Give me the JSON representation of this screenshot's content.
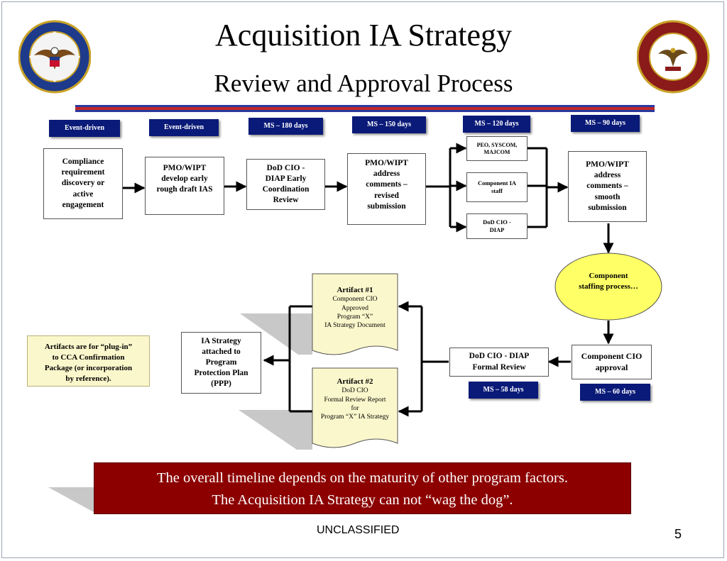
{
  "title": "Acquisition IA Strategy",
  "subtitle": "Review and Approval  Process",
  "colors": {
    "tag_fill": "#0a1a78",
    "banner_fill": "#8c0000",
    "note_fill": "#fbf7cc",
    "oval_fill": "#ffff66",
    "stripe_blue": "#2a3aa0",
    "stripe_red": "#c0282a"
  },
  "icons": {
    "left_logo": "dod-seal-icon",
    "right_logo": "dod-cio-seal-icon"
  },
  "timeline_tags": [
    "Event-driven",
    "Event-driven",
    "MS – 180 days",
    "MS – 150 days",
    "MS – 120 days",
    "MS – 90 days",
    "MS – 58 days",
    "MS – 60 days"
  ],
  "boxes": {
    "compliance": [
      "Compliance",
      "requirement",
      "discovery or",
      "active",
      "engagement"
    ],
    "pmo_draft": [
      "PMO/WIPT",
      "develop early",
      "rough draft IAS"
    ],
    "dod_early": [
      "DoD CIO -",
      "DIAP Early",
      "Coordination",
      "Review"
    ],
    "pmo_revised": [
      "PMO/WIPT",
      "address",
      "comments –",
      "revised",
      "submission"
    ],
    "peo": [
      "PEO, SYSCOM,",
      "MAJCOM"
    ],
    "component_ia": [
      "Component IA",
      "staff"
    ],
    "dod_diap_small": [
      "DoD CIO -",
      "DIAP"
    ],
    "pmo_smooth": [
      "PMO/WIPT",
      "address",
      "comments –",
      "smooth",
      "submission"
    ],
    "component_staffing": [
      "Component",
      "staffing process…"
    ],
    "component_cio": [
      "Component CIO",
      "approval"
    ],
    "dod_formal": [
      "DoD CIO - DIAP",
      "Formal Review"
    ],
    "ias_ppp": [
      "IA Strategy",
      "attached to",
      "Program",
      "Protection Plan",
      "(PPP)"
    ]
  },
  "artifact1": {
    "heading": "Artifact #1",
    "lines": [
      "Component CIO",
      "Approved",
      "Program “X”",
      "IA Strategy Document"
    ]
  },
  "artifact2": {
    "heading": "Artifact #2",
    "lines": [
      "DoD CIO",
      "Formal Review Report",
      "for",
      "Program “X” IA Strategy"
    ]
  },
  "note": [
    "Artifacts are for “plug-in”",
    "to CCA Confirmation",
    "Package (or incorporation",
    "by reference)."
  ],
  "banner": [
    "The overall timeline depends on the maturity of other program factors.",
    "The Acquisition IA Strategy can not “wag the dog”."
  ],
  "footer": {
    "classification": "UNCLASSIFIED",
    "page_number": "5"
  }
}
